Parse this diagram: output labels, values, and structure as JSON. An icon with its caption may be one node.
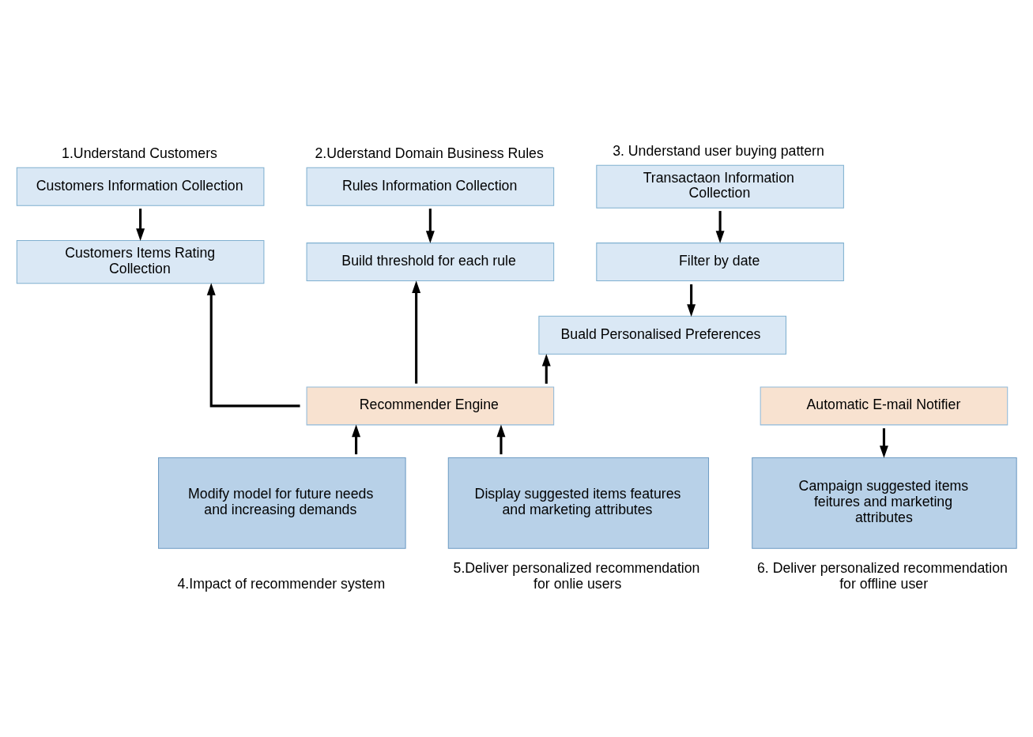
{
  "diagram": {
    "nodes": [
      {
        "text": [
          "1.Understand Customers",
          "Customers Information Collection"
        ]
      },
      {
        "text": [
          "Customers Items Rating Collection"
        ]
      },
      {
        "text": [
          "2.Uderstand Domain Business Rules",
          "Rules Information Collection"
        ]
      },
      {
        "text": [
          "Build threshold for each rule"
        ]
      },
      {
        "text": [
          "3. Understand user buying pattern",
          "Transactaon Information Collection"
        ]
      },
      {
        "text": [
          "Filter by date"
        ]
      },
      {
        "text": [
          "Buald Personalised Preferences"
        ]
      },
      {
        "text": [
          "Recommender Engine"
        ]
      },
      {
        "text": [
          "Automatic E-mail Notifier"
        ]
      },
      {
        "text": [
          "Modify model for future needs and increasing demands"
        ],
        "beside": [
          "4.Impact of recommender system"
        ]
      },
      {
        "text": [
          "Display suggested items features and marketing attributes"
        ],
        "beside": [
          "5.Deliver personalized recommendation for onlie users"
        ]
      },
      {
        "text": [
          "Campaign suggested items feitures and marketing attributes"
        ],
        "beside": [
          "6. Deliver personalized recommendation for offline user"
        ]
      }
    ],
    "edges": [
      {
        "from": 0,
        "to": 1,
        "arrow": "to"
      },
      {
        "from": 2,
        "to": 3,
        "arrow": "to"
      },
      {
        "from": 4,
        "to": 5,
        "arrow": "to"
      },
      {
        "from": 5,
        "to": 6,
        "arrow": "to"
      },
      {
        "from": 7,
        "to": 1,
        "arrow": "to"
      },
      {
        "from": 7,
        "to": 3,
        "arrow": "to"
      },
      {
        "from": 7,
        "to": 6,
        "arrow": "to"
      },
      {
        "from": 9,
        "to": 7,
        "arrow": "to"
      },
      {
        "from": 10,
        "to": 7,
        "arrow": "to"
      },
      {
        "from": 8,
        "to": 11,
        "arrow": "to"
      }
    ]
  }
}
